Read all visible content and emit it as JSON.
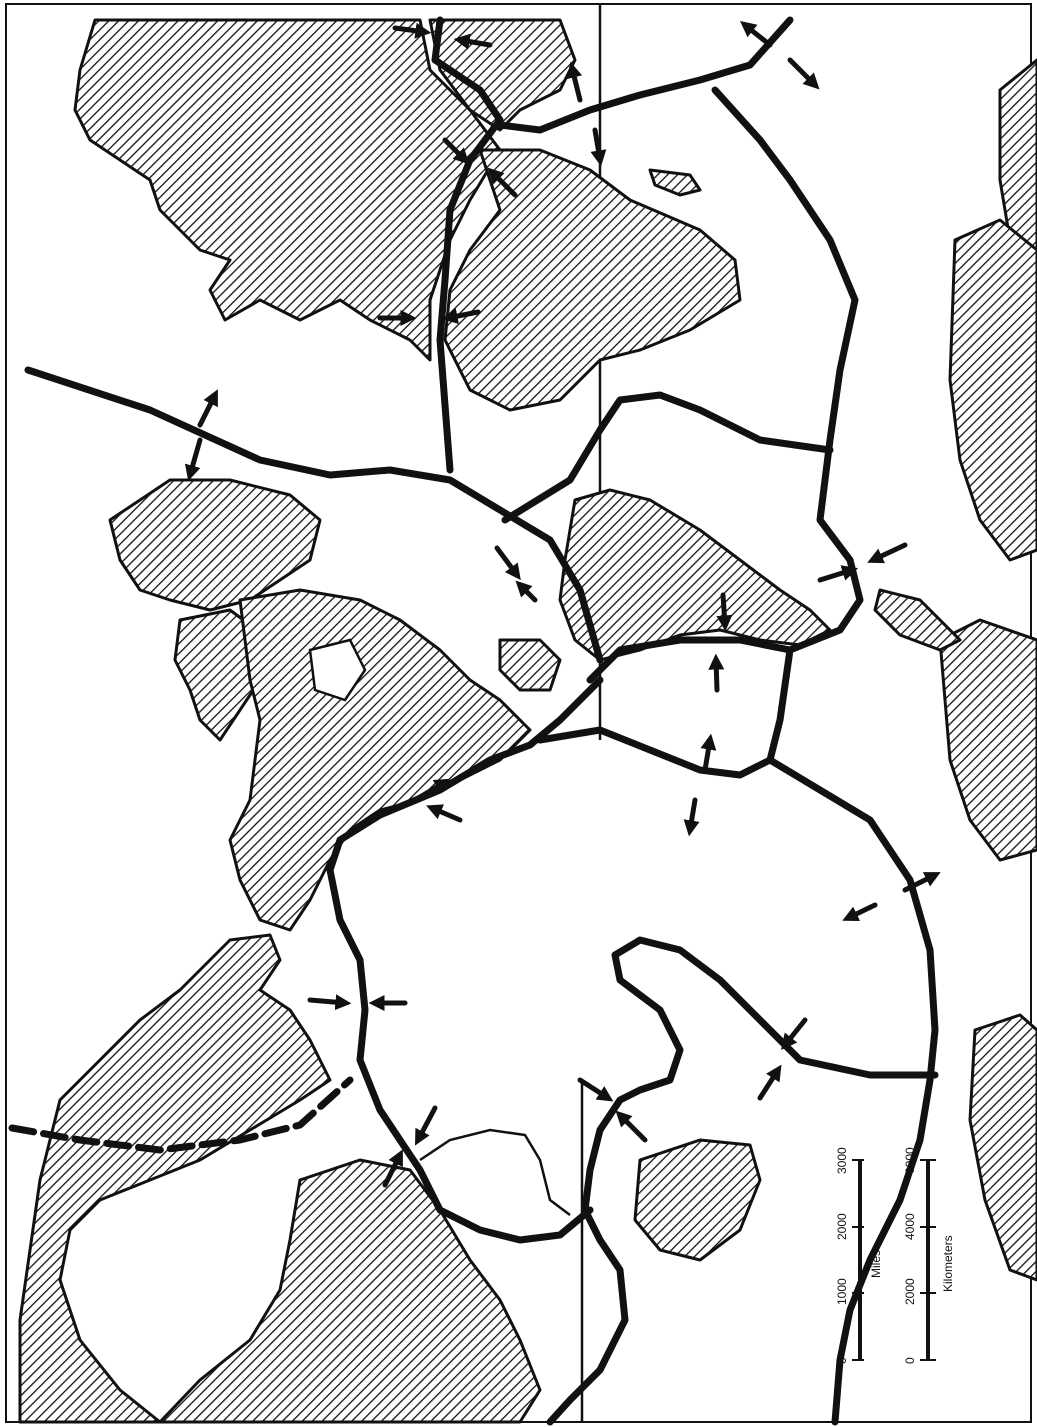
{
  "scale_bar": {
    "miles_label": "Miles",
    "kilometers_label": "Kilometers",
    "miles_ticks": [
      "0",
      "1000",
      "2000",
      "3000"
    ],
    "km_ticks": [
      "0",
      "2000",
      "4000",
      "6000"
    ]
  },
  "colors": {
    "ink": "#111111",
    "paper": "#ffffff"
  },
  "icons": {
    "arrow": "plate-motion-arrow"
  }
}
